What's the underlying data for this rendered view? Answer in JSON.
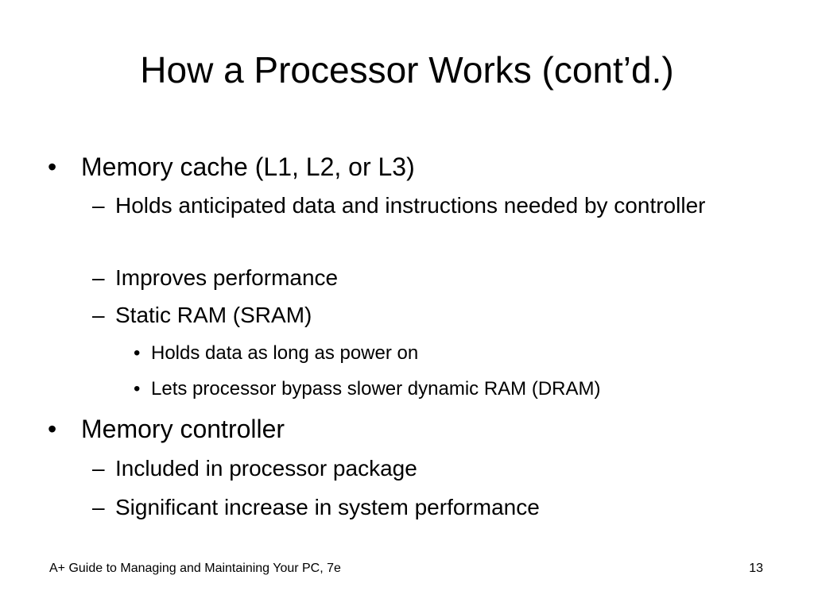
{
  "slide": {
    "title": "How a Processor Works (cont’d.)",
    "bullets": [
      {
        "marker": "•",
        "text": "Memory cache (L1, L2, or L3)",
        "subs": [
          {
            "marker": "–",
            "text": "Holds anticipated data and instructions needed by controller"
          },
          {
            "marker": "–",
            "text": "Improves performance"
          },
          {
            "marker": "–",
            "text": "Static RAM (SRAM)",
            "subs": [
              {
                "marker": "•",
                "text": "Holds data as long as power on"
              },
              {
                "marker": "•",
                "text": "Lets processor bypass slower dynamic RAM (DRAM)"
              }
            ]
          }
        ]
      },
      {
        "marker": "•",
        "text": "Memory controller",
        "subs": [
          {
            "marker": "–",
            "text": "Included in processor package"
          },
          {
            "marker": "–",
            "text": "Significant increase in system performance"
          }
        ]
      }
    ],
    "footer": {
      "left": "A+ Guide to Managing and Maintaining Your PC, 7e",
      "page_number": "13"
    }
  }
}
